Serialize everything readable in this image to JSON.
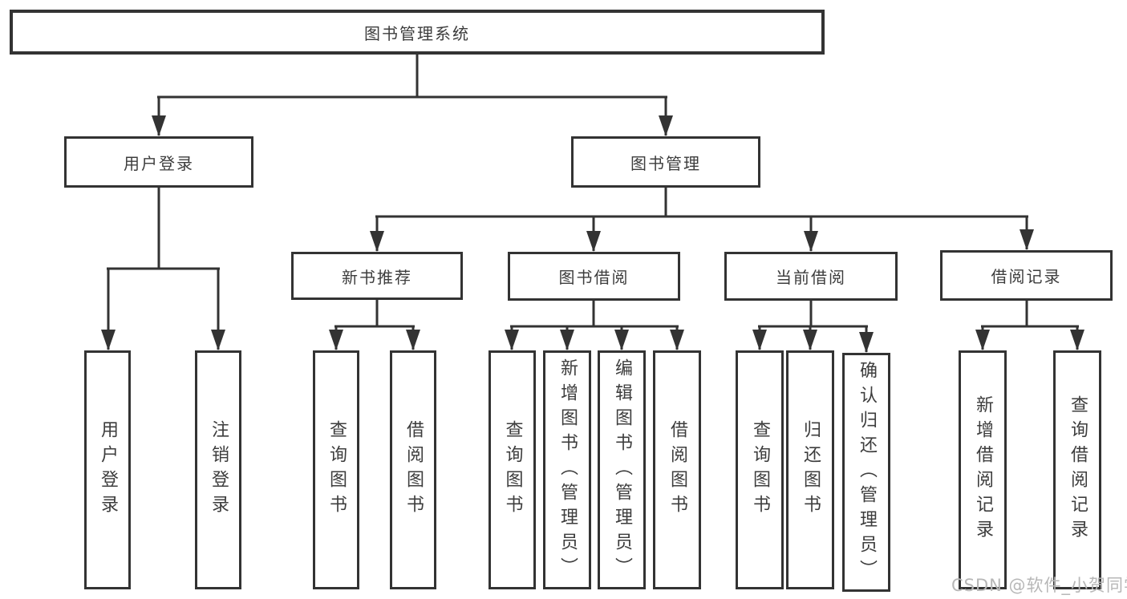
{
  "nodes": {
    "root": "图书管理系统",
    "user_login": "用户登录",
    "book_mgmt": "图书管理",
    "new_book_rec": "新书推荐",
    "book_borrow": "图书借阅",
    "current_borrow": "当前借阅",
    "borrow_record": "借阅记录",
    "leaf_user_login": "用户登录",
    "leaf_logout": "注销登录",
    "leaf_nb_query": "查询图书",
    "leaf_nb_borrow": "借阅图书",
    "leaf_bb_query": "查询图书",
    "leaf_bb_add": "新增图书（管理员）",
    "leaf_bb_edit": "编辑图书（管理员）",
    "leaf_bb_borrow": "借阅图书",
    "leaf_cb_query": "查询图书",
    "leaf_cb_return": "归还图书",
    "leaf_cb_confirm": "确认归还（管理员）",
    "leaf_br_add": "新增借阅记录",
    "leaf_br_query": "查询借阅记录"
  },
  "watermark": "CSDN @软件_小贺同学",
  "colors": {
    "line": "#333333",
    "text": "#3d3d3d",
    "watermark": "#b7b7b7",
    "background": "#ffffff"
  }
}
